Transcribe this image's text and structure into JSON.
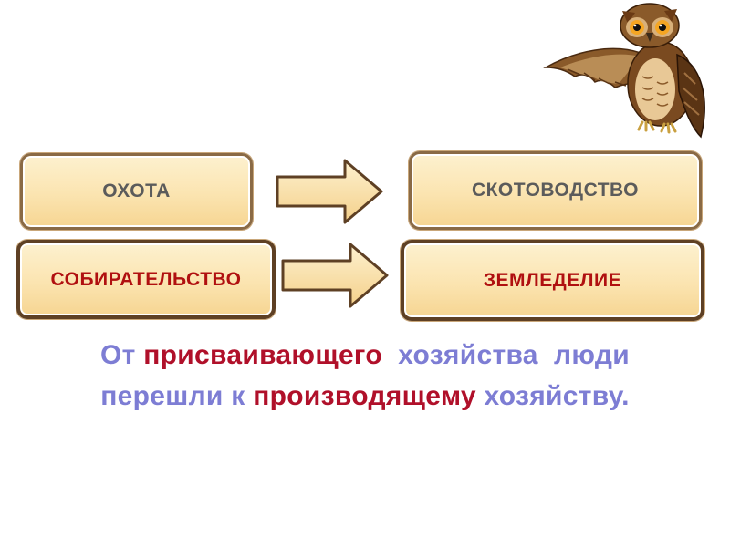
{
  "boxes": {
    "hunting": "ОХОТА",
    "gathering": "СОБИРАТЕЛЬСТВО",
    "herding": "СКОТОВОДСТВО",
    "farming": "ЗЕМЛЕДЕЛИЕ"
  },
  "caption": {
    "line1": [
      {
        "text": "От ",
        "color": "#7d7dd4"
      },
      {
        "text": "присваивающего",
        "color": "#b0102a"
      },
      {
        "text": "  хозяйства  люди",
        "color": "#7d7dd4"
      }
    ],
    "line2": [
      {
        "text": "перешли к ",
        "color": "#7d7dd4"
      },
      {
        "text": "производящему",
        "color": "#b0102a"
      },
      {
        "text": " хозяйству.",
        "color": "#7d7dd4"
      }
    ]
  },
  "colors": {
    "box_fill": "#fbe4b0",
    "box_border": "#8a6a45",
    "caption_blue": "#7d7dd4",
    "caption_red": "#b0102a"
  },
  "icons": [
    "owl-illustration",
    "arrow-right-icon"
  ]
}
